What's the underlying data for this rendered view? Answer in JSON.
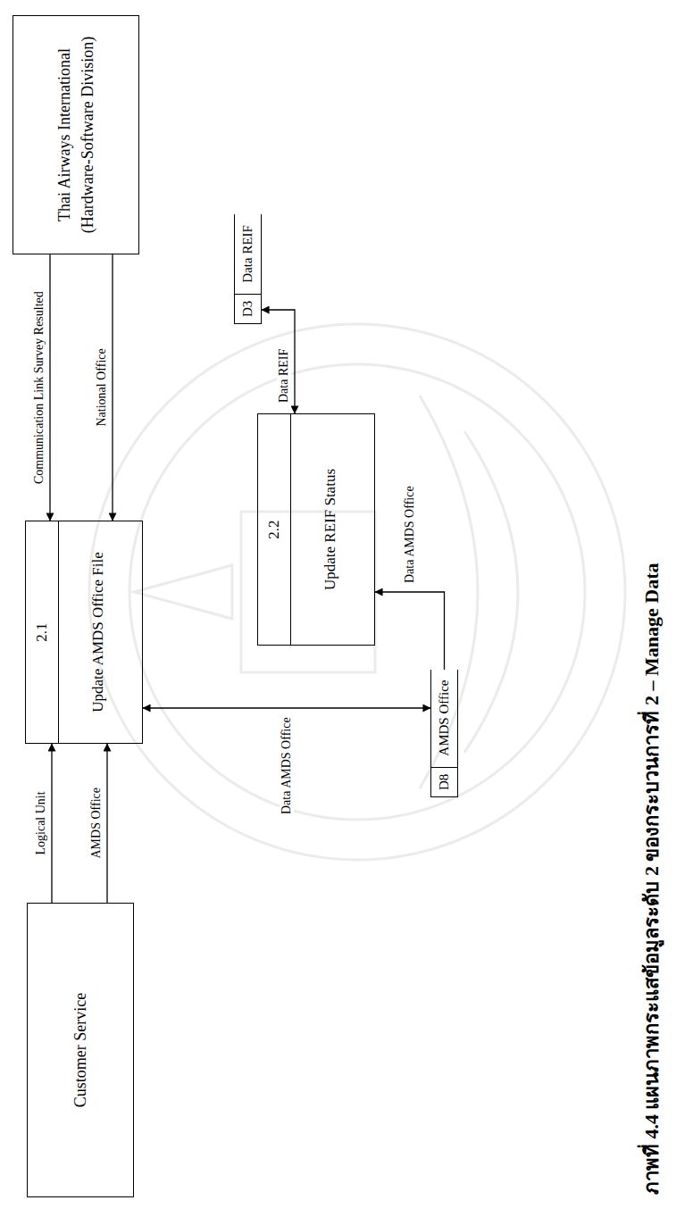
{
  "diagram": {
    "caption": "ภาพที่ 4.4 แผนภาพกระแสข้อมูลระดับ 2 ของกระบวนการที่ 2 – Manage Data",
    "nodes": [
      {
        "text": [
          "Customer Service"
        ]
      },
      {
        "text": [
          "2.1",
          "Update AMDS Office File"
        ]
      },
      {
        "text": [
          "Thai Airways International (Hardware-Software Division)"
        ]
      },
      {
        "text": [
          "D8",
          "AMDS Office"
        ]
      },
      {
        "text": [
          "2.2",
          "Update REIF Status"
        ]
      },
      {
        "text": [
          "D3",
          "Data REIF"
        ]
      }
    ],
    "edges": [
      {
        "from": 0,
        "to": 1,
        "arrow": "to",
        "label": "Logical Unit"
      },
      {
        "from": 0,
        "to": 1,
        "arrow": "to",
        "label": "AMDS Office"
      },
      {
        "from": 2,
        "to": 1,
        "arrow": "to",
        "label": "Communication Link Survey Resulted"
      },
      {
        "from": 2,
        "to": 1,
        "arrow": "to",
        "label": "National Office"
      },
      {
        "from": 1,
        "to": 3,
        "arrow": "both",
        "label": "Data AMDS Office"
      },
      {
        "from": 3,
        "to": 4,
        "arrow": "to",
        "label": "Data AMDS Office"
      },
      {
        "from": 4,
        "to": 5,
        "arrow": "both",
        "label": "Data REIF"
      }
    ]
  }
}
